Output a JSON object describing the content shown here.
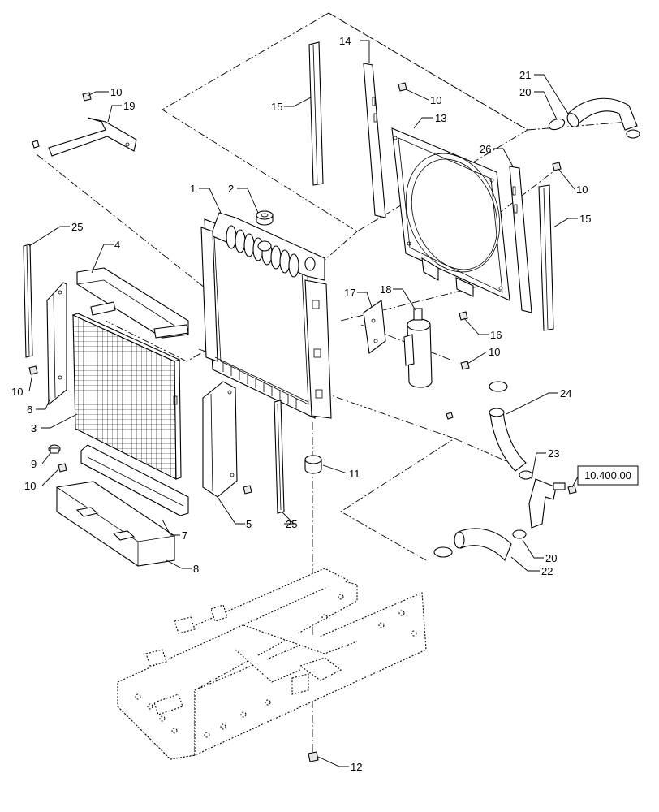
{
  "labels": [
    {
      "id": "1",
      "text": "1"
    },
    {
      "id": "2",
      "text": "2"
    },
    {
      "id": "3",
      "text": "3"
    },
    {
      "id": "4",
      "text": "4"
    },
    {
      "id": "5",
      "text": "5"
    },
    {
      "id": "6",
      "text": "6"
    },
    {
      "id": "7",
      "text": "7"
    },
    {
      "id": "8",
      "text": "8"
    },
    {
      "id": "9",
      "text": "9"
    },
    {
      "id": "10a",
      "text": "10"
    },
    {
      "id": "10b",
      "text": "10"
    },
    {
      "id": "10c",
      "text": "10"
    },
    {
      "id": "10d",
      "text": "10"
    },
    {
      "id": "10e",
      "text": "10"
    },
    {
      "id": "10f",
      "text": "10"
    },
    {
      "id": "11",
      "text": "11"
    },
    {
      "id": "12",
      "text": "12"
    },
    {
      "id": "13",
      "text": "13"
    },
    {
      "id": "14",
      "text": "14"
    },
    {
      "id": "15a",
      "text": "15"
    },
    {
      "id": "15b",
      "text": "15"
    },
    {
      "id": "16",
      "text": "16"
    },
    {
      "id": "17",
      "text": "17"
    },
    {
      "id": "18",
      "text": "18"
    },
    {
      "id": "19",
      "text": "19"
    },
    {
      "id": "20a",
      "text": "20"
    },
    {
      "id": "20b",
      "text": "20"
    },
    {
      "id": "21",
      "text": "21"
    },
    {
      "id": "22",
      "text": "22"
    },
    {
      "id": "23",
      "text": "23"
    },
    {
      "id": "24",
      "text": "24"
    },
    {
      "id": "25a",
      "text": "25"
    },
    {
      "id": "25b",
      "text": "25"
    },
    {
      "id": "26",
      "text": "26"
    }
  ],
  "reference": {
    "text": "10.400.00"
  }
}
